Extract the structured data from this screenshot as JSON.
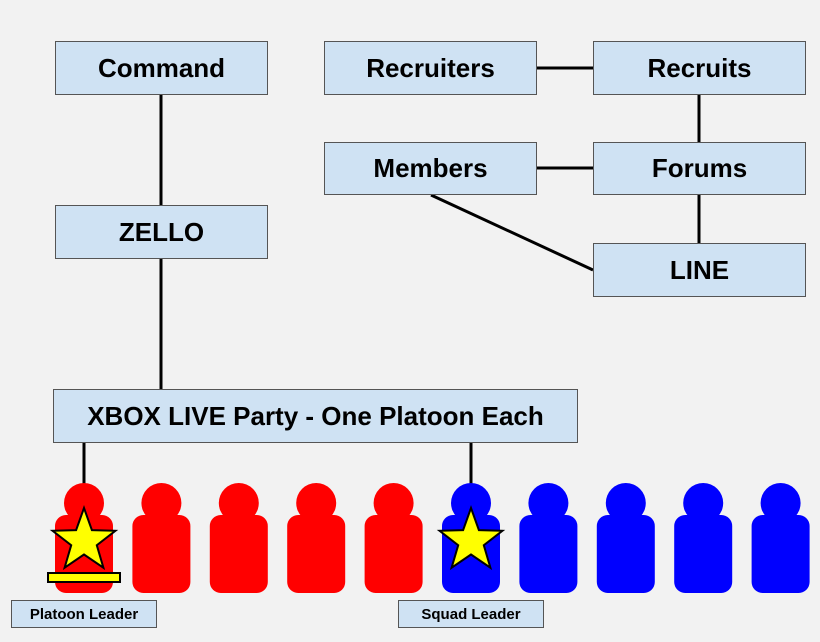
{
  "nodes": {
    "command": "Command",
    "zello": "ZELLO",
    "recruiters": "Recruiters",
    "recruits": "Recruits",
    "members": "Members",
    "forums": "Forums",
    "line": "LINE",
    "xbox": "XBOX LIVE Party - One Platoon Each"
  },
  "captions": {
    "platoon_leader": "Platoon Leader",
    "squad_leader": "Squad Leader"
  },
  "colors": {
    "box_fill": "#cfe2f3",
    "red_team": "#ff0000",
    "blue_team": "#0000ff",
    "star": "#ffff00"
  },
  "soldiers": [
    {
      "team": "red",
      "role": "platoon-leader"
    },
    {
      "team": "red",
      "role": "member"
    },
    {
      "team": "red",
      "role": "member"
    },
    {
      "team": "red",
      "role": "member"
    },
    {
      "team": "red",
      "role": "member"
    },
    {
      "team": "blue",
      "role": "squad-leader"
    },
    {
      "team": "blue",
      "role": "member"
    },
    {
      "team": "blue",
      "role": "member"
    },
    {
      "team": "blue",
      "role": "member"
    },
    {
      "team": "blue",
      "role": "member"
    }
  ]
}
